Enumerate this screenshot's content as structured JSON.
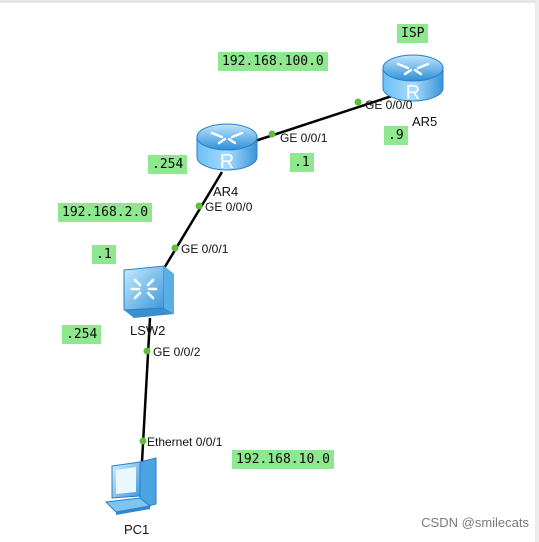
{
  "devices": {
    "isp": {
      "tag": "ISP",
      "name": "AR5",
      "icon": "router-icon"
    },
    "ar4": {
      "name": "AR4",
      "icon": "router-icon"
    },
    "lsw2": {
      "name": "LSW2",
      "icon": "switch-icon"
    },
    "pc1": {
      "name": "PC1",
      "icon": "pc-icon"
    }
  },
  "ports": {
    "ar5_ge000": "GE 0/0/0",
    "ar4_ge001": "GE 0/0/1",
    "ar4_ge000": "GE 0/0/0",
    "lsw2_ge001": "GE 0/0/1",
    "lsw2_ge002": "GE 0/0/2",
    "pc1_eth001": "Ethernet 0/0/1"
  },
  "labels": {
    "net_100": "192.168.100.0",
    "ip_9": ".9",
    "ip_1_ar4": ".1",
    "ip_254_ar4": ".254",
    "net_2": "192.168.2.0",
    "ip_1_lsw": ".1",
    "ip_254_lsw": ".254",
    "net_10": "192.168.10.0"
  },
  "watermark": "CSDN @smilecats",
  "colors": {
    "label_bg": "#8fe88f",
    "link": "#000000",
    "port_dot": "#5cbf3a",
    "device_blue": "#4aa8e8"
  }
}
